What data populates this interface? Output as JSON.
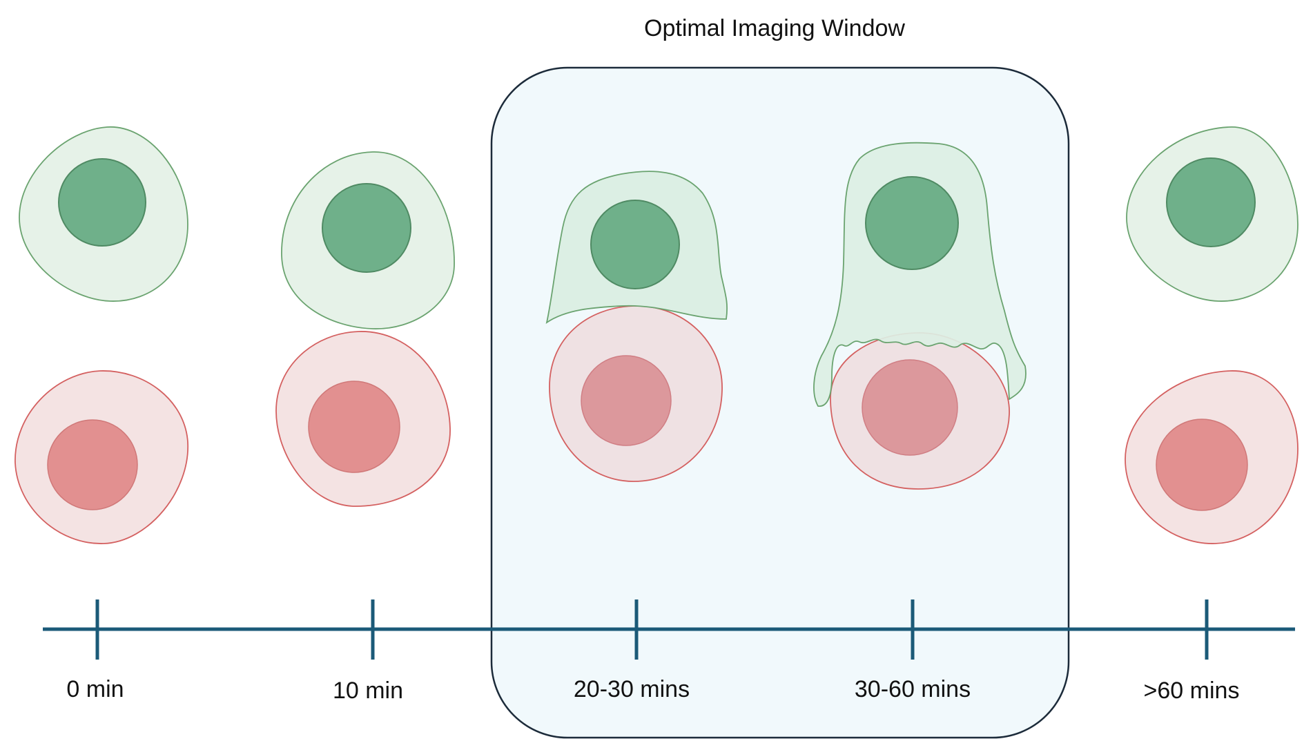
{
  "title": "Optimal Imaging Window",
  "timepoints": [
    {
      "label": "0 min"
    },
    {
      "label": "10 min"
    },
    {
      "label": "20-30 mins"
    },
    {
      "label": "30-60 mins"
    },
    {
      "label": ">60 mins"
    }
  ],
  "colors": {
    "axis": "#1b5a78",
    "window_fill": "#f1f9fc",
    "window_stroke": "#1c2b3a",
    "green_cell_fill": "#e6f2e8",
    "green_cell_stroke": "#6aa36f",
    "green_nucleus": "#6fb08a",
    "red_cell_fill": "#f4e3e3",
    "red_cell_stroke": "#d46060",
    "red_nucleus": "#e29090"
  }
}
